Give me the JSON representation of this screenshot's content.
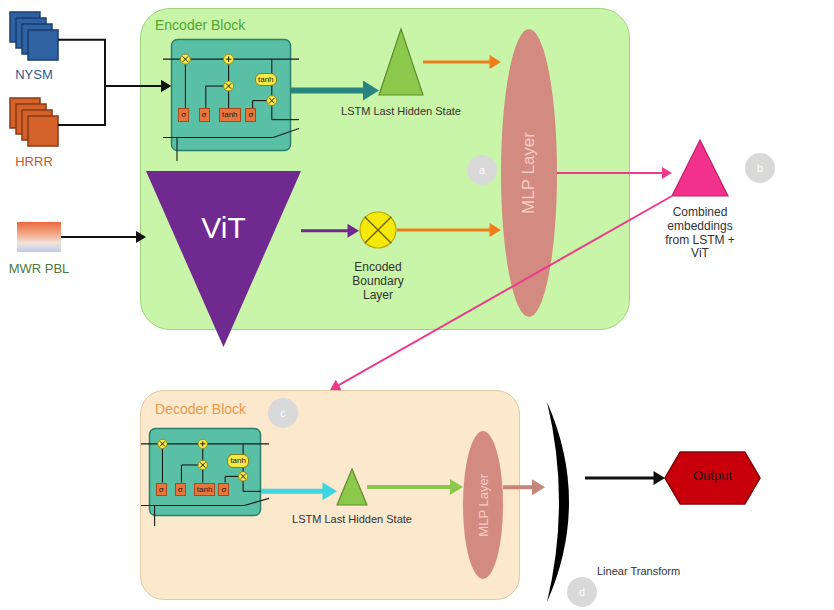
{
  "diagram": {
    "nodes": [
      {
        "text": [
          "NYSM"
        ]
      },
      {
        "text": [
          "HRRR"
        ]
      },
      {
        "text": [
          "MWR PBL"
        ]
      },
      {
        "text": [
          "Encoder Block"
        ]
      },
      {
        "text": [
          "σ",
          "σ",
          "tanh",
          "σ",
          "tanh"
        ],
        "in": 3
      },
      {
        "text": [
          "LSTM Last Hidden State"
        ],
        "in": 3
      },
      {
        "text": [
          "MLP Layer"
        ],
        "in": 3
      },
      {
        "text": [
          "ViT"
        ],
        "in": 3
      },
      {
        "text": [
          "Encoded Boundary Layer"
        ],
        "in": 3
      },
      {
        "text": [
          "Combined embeddings from LSTM + ViT"
        ]
      },
      {
        "text": [
          "Decoder Block"
        ]
      },
      {
        "text": [
          "σ",
          "σ",
          "tanh",
          "σ",
          "tanh"
        ],
        "in": 10
      },
      {
        "text": [
          "LSTM Last Hidden State"
        ],
        "in": 10
      },
      {
        "text": [
          "MLP Layer"
        ],
        "in": 10
      },
      {
        "text": [
          "Linear Transform"
        ]
      },
      {
        "text": [
          "Output"
        ]
      }
    ],
    "edges": [
      {
        "from": 0,
        "to": 4,
        "arrow": "to"
      },
      {
        "from": 1,
        "to": 4,
        "arrow": "to"
      },
      {
        "from": 4,
        "to": 5,
        "arrow": "to"
      },
      {
        "from": 5,
        "to": 6,
        "arrow": "to"
      },
      {
        "from": 2,
        "to": 7,
        "arrow": "to"
      },
      {
        "from": 7,
        "to": 8,
        "arrow": "to"
      },
      {
        "from": 8,
        "to": 6,
        "arrow": "to"
      },
      {
        "from": 6,
        "to": 9,
        "arrow": "to"
      },
      {
        "from": 9,
        "to": 10,
        "arrow": "to"
      },
      {
        "from": 11,
        "to": 12,
        "arrow": "to"
      },
      {
        "from": 12,
        "to": 13,
        "arrow": "to"
      },
      {
        "from": 13,
        "to": 14,
        "arrow": "to"
      },
      {
        "from": 14,
        "to": 15,
        "arrow": "to"
      }
    ],
    "labels": [
      "a",
      "b",
      "c",
      "d"
    ]
  }
}
